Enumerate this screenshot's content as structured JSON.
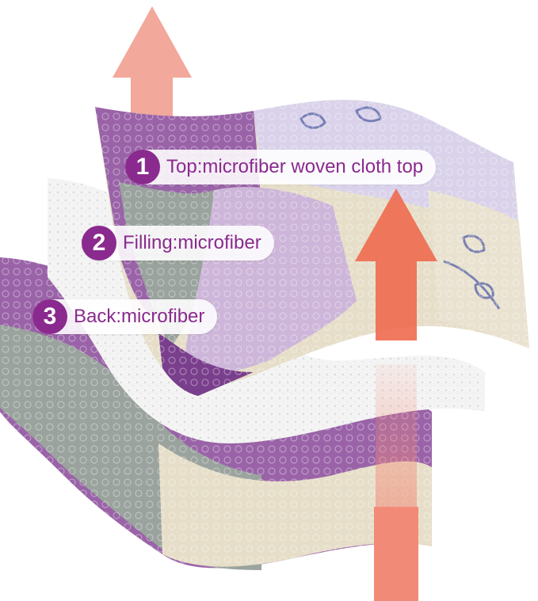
{
  "colors": {
    "accent": "#8a2a8e",
    "arrow_pink": "#f2a89a",
    "arrow_coral": "#ee6a4f",
    "fabric_purple": "#9a63a8",
    "fabric_lilac": "#cdb6d9",
    "fabric_grey": "#9aa39d",
    "fabric_cream": "#e6dec8",
    "fabric_blue": "#5f6aa8",
    "filling_white": "#f4f4f4"
  },
  "layers": [
    {
      "number": "1",
      "text": "Top:microfiber woven cloth top"
    },
    {
      "number": "2",
      "text": "Filling:microfiber"
    },
    {
      "number": "3",
      "text": "Back:microfiber"
    }
  ]
}
